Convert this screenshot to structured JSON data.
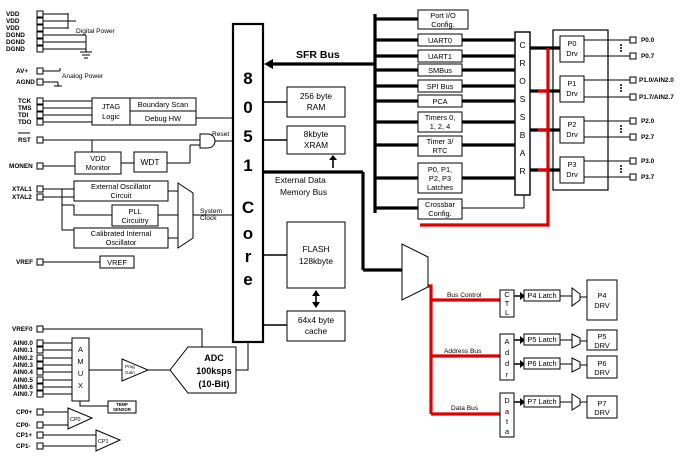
{
  "left_pins": {
    "power": [
      "VDD",
      "VDD",
      "VDD",
      "DGND",
      "DGND",
      "DGND"
    ],
    "av": [
      "AV+",
      "AGND"
    ],
    "jtag": [
      "TCK",
      "TMS",
      "TDI",
      "TDO"
    ],
    "rst": "RST",
    "monen": "MONEN",
    "xtal": [
      "XTAL1",
      "XTAL2"
    ],
    "vref": "VREF",
    "vref0": "VREF0",
    "ain": [
      "AIN0.0",
      "AIN0.1",
      "AIN0.2",
      "AIN0.3",
      "AIN0.4",
      "AIN0.5",
      "AIN0.6",
      "AIN0.7"
    ],
    "cp": [
      "CP0+",
      "CP0-",
      "CP1+",
      "CP1-"
    ]
  },
  "labels": {
    "digital_power": "Digital Power",
    "analog_power": "Analog Power",
    "jtag_logic": [
      "JTAG",
      "Logic"
    ],
    "boundary_scan": "Boundary Scan",
    "debug_hw": "Debug HW",
    "reset": "Reset",
    "vdd_monitor": [
      "VDD",
      "Monitor"
    ],
    "wdt": "WDT",
    "ext_osc": [
      "External Oscillator",
      "Circuit"
    ],
    "pll": [
      "PLL",
      "Circuitry"
    ],
    "int_osc": [
      "Calibrated Internal",
      "Oscillator"
    ],
    "system_clock": [
      "System",
      "Clock"
    ],
    "vref_box": "VREF",
    "core_letters": [
      "8",
      "0",
      "5",
      "1",
      "C",
      "o",
      "r",
      "e"
    ],
    "sfr_bus": "SFR Bus",
    "ram": [
      "256 byte",
      "RAM"
    ],
    "xram": [
      "8kbyte",
      "XRAM"
    ],
    "ext_bus": [
      "External Data",
      "Memory Bus"
    ],
    "flash": [
      "FLASH",
      "128kbyte"
    ],
    "cache": [
      "64x4 byte",
      "cache"
    ],
    "sfr_blocks": [
      [
        "Port I/O",
        "Config."
      ],
      [
        "UART0"
      ],
      [
        "UART1"
      ],
      [
        "SMBus"
      ],
      [
        "SPI Bus"
      ],
      [
        "PCA"
      ],
      [
        "Timers 0,",
        "1, 2, 4"
      ],
      [
        "Timer 3/",
        "RTC"
      ],
      [
        "P0, P1,",
        "P2, P3",
        "Latches"
      ],
      [
        "Crossbar",
        "Config."
      ]
    ],
    "crossbar": [
      "C",
      "R",
      "O",
      "S",
      "S",
      "B",
      "A",
      "R"
    ],
    "drv": [
      [
        "P0",
        "Drv"
      ],
      [
        "P1",
        "Drv"
      ],
      [
        "P2",
        "Drv"
      ],
      [
        "P3",
        "Drv"
      ]
    ],
    "port_pins": [
      "P0.0",
      "P0.7",
      "P1.0/AIN2.0",
      "P1.7/AIN2.7",
      "P2.0",
      "P2.7",
      "P3.0",
      "P3.7"
    ],
    "bus_control": "Bus Control",
    "address_bus": "Address Bus",
    "data_bus": "Data Bus",
    "ctl": [
      "C",
      "T",
      "L"
    ],
    "addr": [
      "A",
      "d",
      "d",
      "r"
    ],
    "data_box": [
      "D",
      "a",
      "t",
      "a"
    ],
    "latches": [
      "P4 Latch",
      "P5 Latch",
      "P6 Latch",
      "P7 Latch"
    ],
    "port_drv": [
      [
        "P4",
        "DRV"
      ],
      [
        "P5",
        "DRV"
      ],
      [
        "P6",
        "DRV"
      ],
      [
        "P7",
        "DRV"
      ]
    ],
    "amux": [
      "A",
      "M",
      "U",
      "X"
    ],
    "prog_gain": [
      "Prog",
      "Gain"
    ],
    "adc": [
      "ADC",
      "100ksps",
      "(10-Bit)"
    ],
    "temp_sensor": [
      "TEMP",
      "SENSOR"
    ],
    "cp0": "CP0",
    "cp1": "CP1"
  }
}
